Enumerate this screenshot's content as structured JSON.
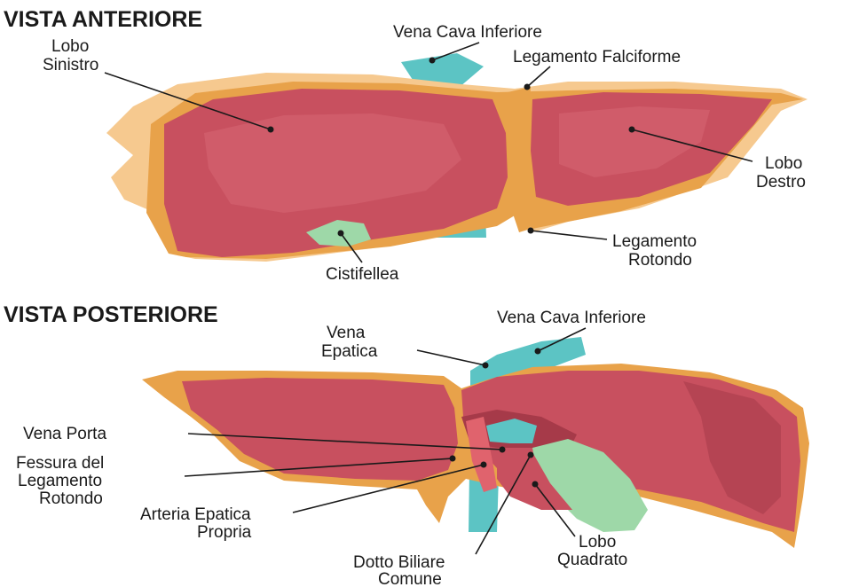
{
  "colors": {
    "liver": "#c8505f",
    "liver_dark": "#a63a49",
    "liver_light": "#d96a78",
    "capsule": "#e8a24a",
    "capsule_light": "#f6c98f",
    "vein": "#5cc4c4",
    "gallbladder": "#9ed8a8",
    "artery": "#e0636d"
  },
  "anterior": {
    "title": "VISTA ANTERIORE",
    "labels": {
      "lobo_sinistro_1": "Lobo",
      "lobo_sinistro_2": "Sinistro",
      "vena_cava": "Vena Cava Inferiore",
      "legamento_falciforme": "Legamento Falciforme",
      "lobo_destro_1": "Lobo",
      "lobo_destro_2": "Destro",
      "legamento_rotondo_1": "Legamento",
      "legamento_rotondo_2": "Rotondo",
      "cistifellea": "Cistifellea"
    }
  },
  "posterior": {
    "title": "VISTA POSTERIORE",
    "labels": {
      "vena_cava": "Vena Cava Inferiore",
      "vena_epatica_1": "Vena",
      "vena_epatica_2": "Epatica",
      "vena_porta": "Vena Porta",
      "fessura_1": "Fessura del",
      "fessura_2": "Legamento",
      "fessura_3": "Rotondo",
      "arteria_1": "Arteria Epatica",
      "arteria_2": "Propria",
      "lobo_quadrato_1": "Lobo",
      "lobo_quadrato_2": "Quadrato",
      "dotto_1": "Dotto Biliare",
      "dotto_2": "Comune"
    }
  }
}
